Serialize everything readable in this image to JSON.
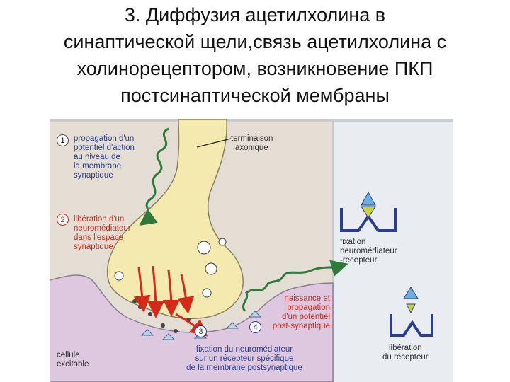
{
  "title": {
    "line1": "3. Диффузия ацетилхолина в",
    "line2": "синаптической щели,связь ацетилхолина с",
    "line3": "холинорецептором, возникновение ПКП",
    "line4": "постсинаптической мембраны"
  },
  "steps": [
    {
      "num": "1",
      "l1": "propagation d'un",
      "l2": "potentiel d'action",
      "l3": "au niveau de",
      "l4": "la membrane",
      "l5": "synaptique"
    },
    {
      "num": "2",
      "l1": "libération d'un",
      "l2": "neuromédiateur",
      "l3": "dans l'espace",
      "l4": "synaptique"
    },
    {
      "num": "3",
      "l1": "fixation du neuromédiateur",
      "l2": "sur un récepteur spécifique",
      "l3": "de la membrane postsynaptique"
    },
    {
      "num": "4",
      "l1": "naissance et",
      "l2": "propagation",
      "l3": "d'un potentiel",
      "l4": "post-synaptique"
    }
  ],
  "labels": {
    "terminal_l1": "terminaison",
    "terminal_l2": "axonique",
    "cell_l1": "cellule",
    "cell_l2": "excitable",
    "fix_l1": "fixation",
    "fix_l2": "neuromédiateur",
    "fix_l3": "-récepteur",
    "lib_l1": "libération",
    "lib_l2": "du récepteur"
  },
  "colors": {
    "terminal": "#f4eab0",
    "cleft": "#e3ddd4",
    "postsynaptic": "#ddc8e0",
    "arrow_red": "#d42a1a",
    "wave_green": "#2f7a3a",
    "receptor_blue": "#2a3e8c"
  }
}
